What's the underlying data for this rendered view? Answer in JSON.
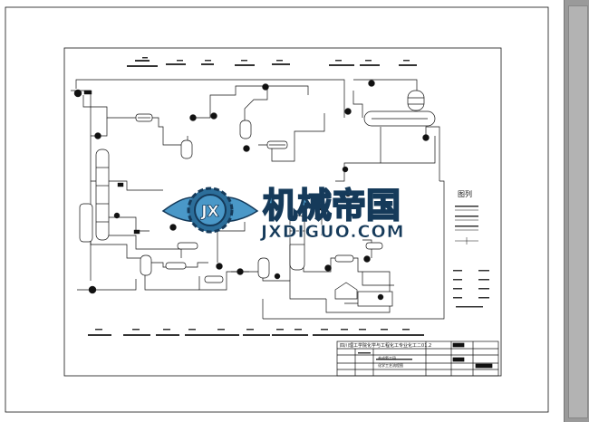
{
  "watermark": {
    "chinese": "机械帝国",
    "domain": "JXDIGUO.COM",
    "logo_letters": "JX"
  },
  "legend": {
    "title": "图列"
  },
  "title_block": {
    "title_main": "四川理工学院化学与工程化工专业化工二01.2",
    "rows": [
      "合成氨工段",
      "化学工艺流程图"
    ]
  },
  "colors": {
    "watermark_blue": "#4a98c8",
    "watermark_dark": "#153a5a",
    "line": "#111111",
    "scrollbar": "#9a9a9a"
  }
}
